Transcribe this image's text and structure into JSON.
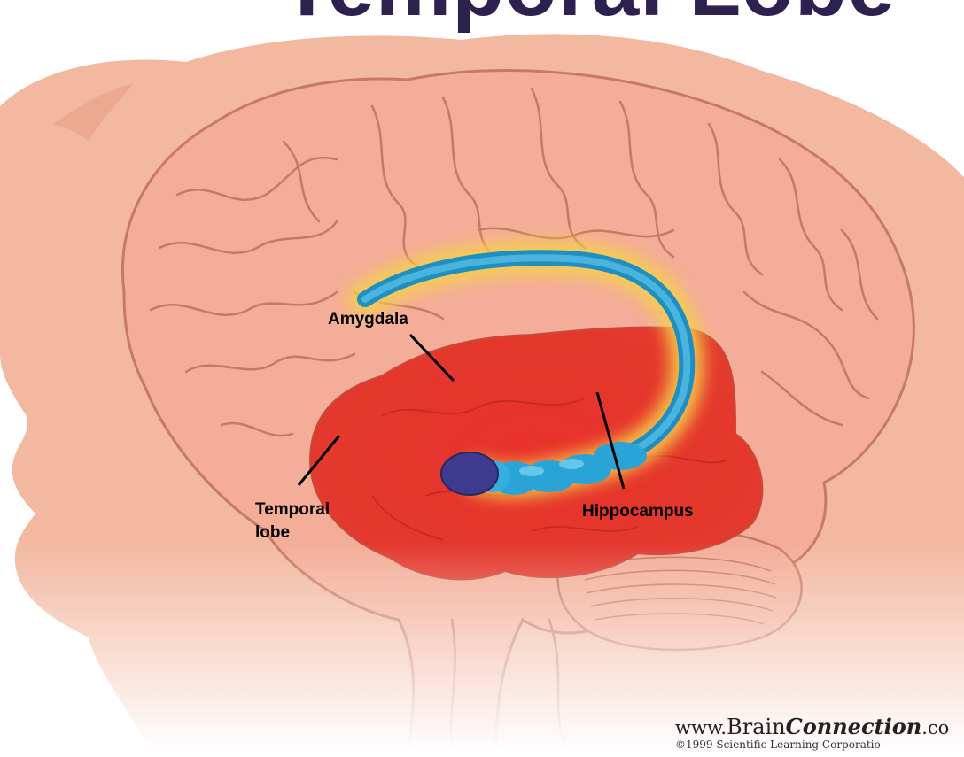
{
  "title": "Temporal Lobe",
  "labels": {
    "amygdala": "Amygdala",
    "temporal_lobe_line1": "Temporal",
    "temporal_lobe_line2": "lobe",
    "hippocampus": "Hippocampus"
  },
  "credit": {
    "url_prefix": "www.",
    "url_brand": "Brain",
    "url_connection": "Connection",
    "url_suffix": ".co",
    "copyright": "©1999 Scientific Learning Corporatio"
  },
  "colors": {
    "skin": "#f2b8a0",
    "brain": "#f3ad98",
    "brain_outline": "#c77a63",
    "temporal_lobe": "#e8322b",
    "hippocampus": "#2aa3d6",
    "amygdala": "#3d3a8f",
    "glow": "#f5d04a",
    "title": "#2d2150"
  }
}
